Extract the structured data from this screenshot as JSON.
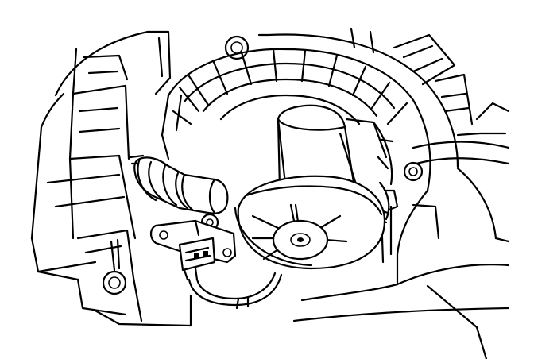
{
  "figure": {
    "ink_color": "#000000",
    "background_color": "#ffffff",
    "parts": [
      "heater-case",
      "blower-housing",
      "blower-motor",
      "blower-wheel",
      "air-inlet-tube",
      "motor-connector",
      "wiring-harness",
      "mounting-screws"
    ]
  }
}
